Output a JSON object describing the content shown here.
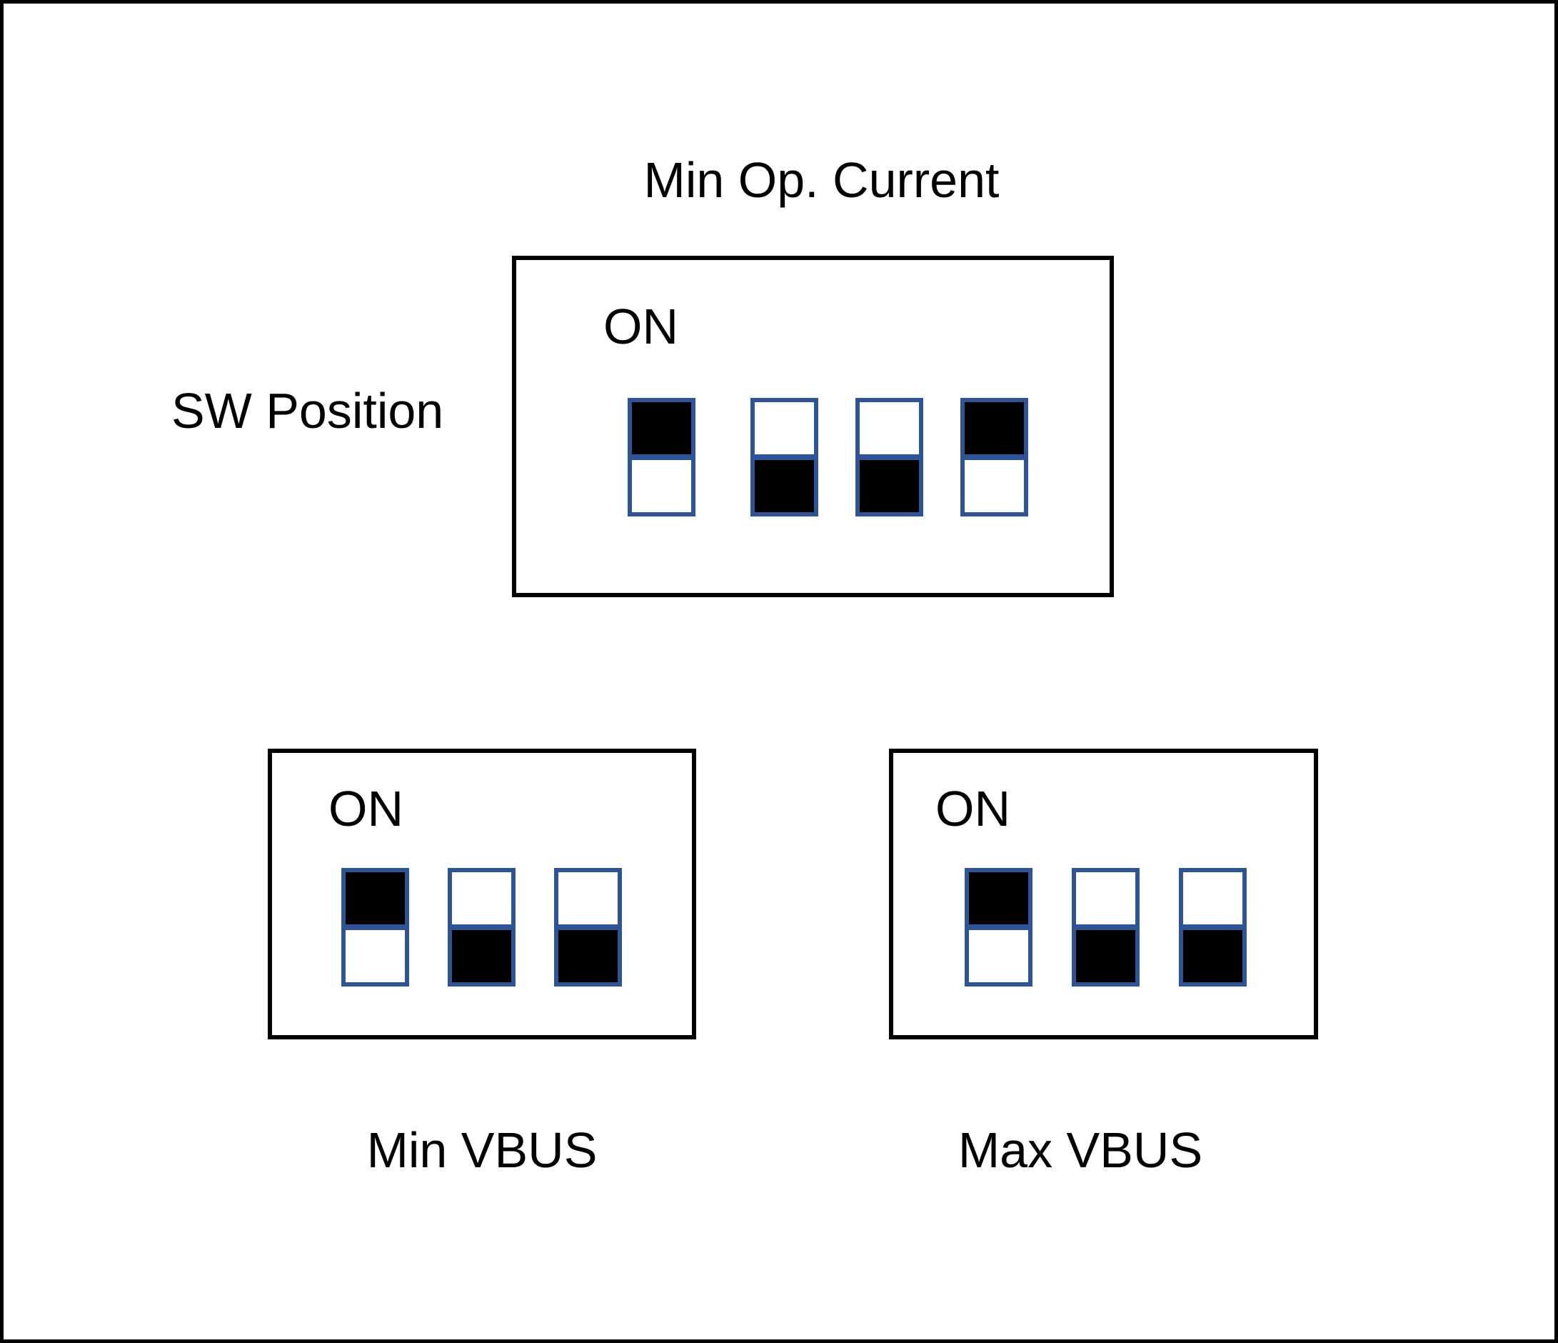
{
  "figure": {
    "title": "Min Op. Current",
    "row_label": "SW Position",
    "colors": {
      "switch_outline": "#2F5496",
      "switch_on_fill": "#000000"
    },
    "panels": {
      "min_op_current": {
        "on_label": "ON",
        "switch_positions": [
          "on",
          "off",
          "off",
          "on"
        ]
      },
      "min_vbus": {
        "on_label": "ON",
        "caption": "Min VBUS",
        "switch_positions": [
          "on",
          "off",
          "off"
        ]
      },
      "max_vbus": {
        "on_label": "ON",
        "caption": "Max VBUS",
        "switch_positions": [
          "on",
          "off",
          "off"
        ]
      }
    }
  }
}
